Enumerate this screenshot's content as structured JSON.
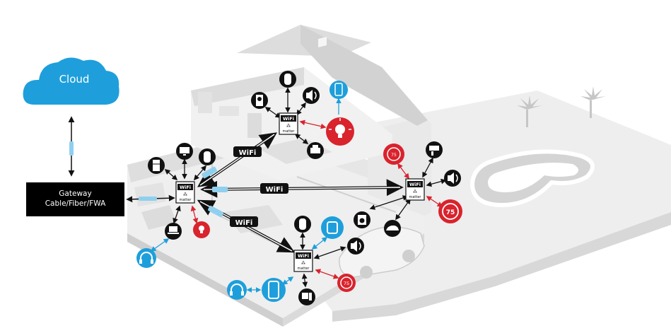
{
  "cloud": {
    "label": "Cloud"
  },
  "gateway": {
    "line1": "Gateway",
    "line2": "Cable/Fiber/FWA"
  },
  "wifi_badge": {
    "text": "WiFi"
  },
  "hub": {
    "wifi_text": "WiFi",
    "matter_text": "matter"
  },
  "thermostat": {
    "value": "75"
  },
  "colors": {
    "cloud_blue": "#1e9fdb",
    "accent_red": "#d9232d",
    "icon_black": "#111111",
    "house_gray": "#e6e6e6",
    "link_blue": "#8fd0ef"
  },
  "icons": [
    "speaker-icon",
    "fridge-icon",
    "tv-icon",
    "smart-speaker-icon",
    "laptop-icon",
    "light-bulb-icon",
    "headphones-icon",
    "camera-icon",
    "printer-icon",
    "phone-icon",
    "washer-icon",
    "car-icon",
    "security-camera-icon",
    "thermostat-icon",
    "desktop-icon",
    "watch-icon"
  ]
}
